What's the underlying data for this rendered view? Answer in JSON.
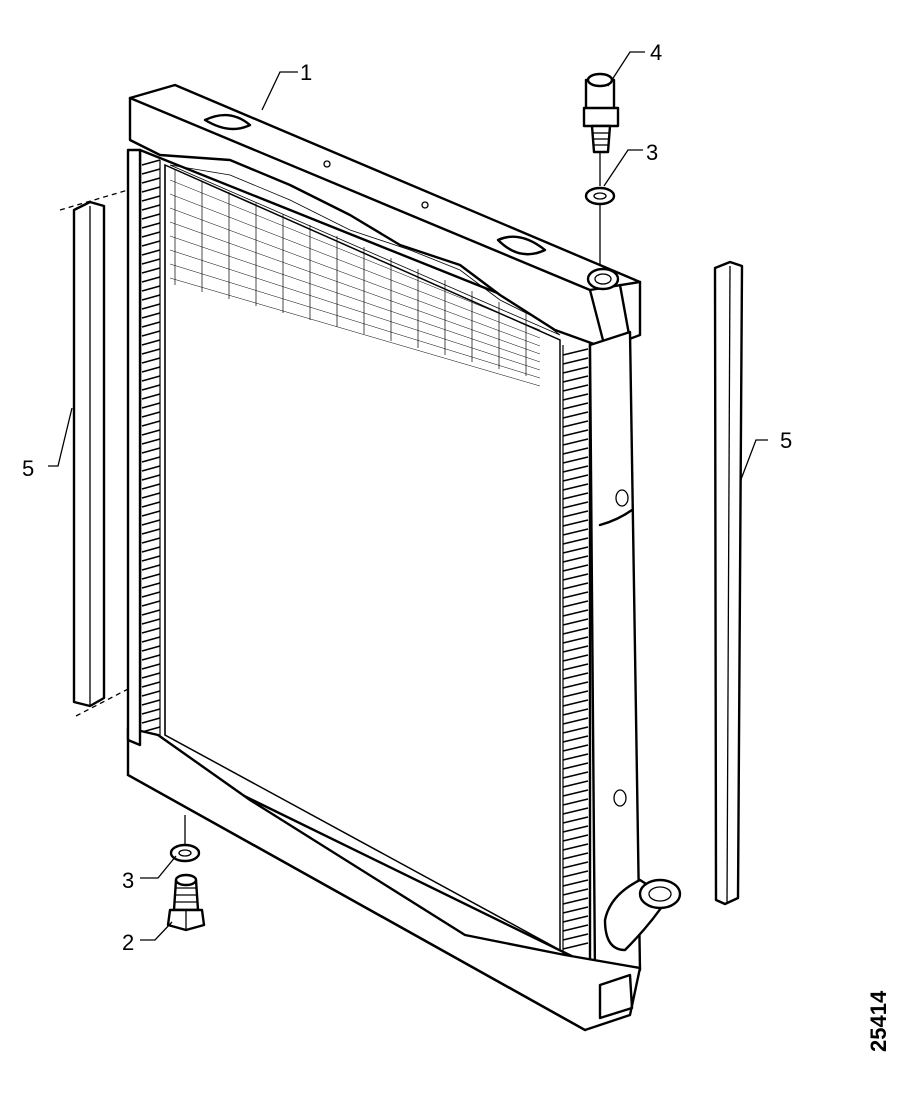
{
  "figure_number": "25414",
  "callouts": {
    "tank_top": "1",
    "drain_plug": "2",
    "washer_bottom": "3",
    "washer_top": "3",
    "bleed_valve": "4",
    "seal_left": "5",
    "seal_right": "5"
  }
}
